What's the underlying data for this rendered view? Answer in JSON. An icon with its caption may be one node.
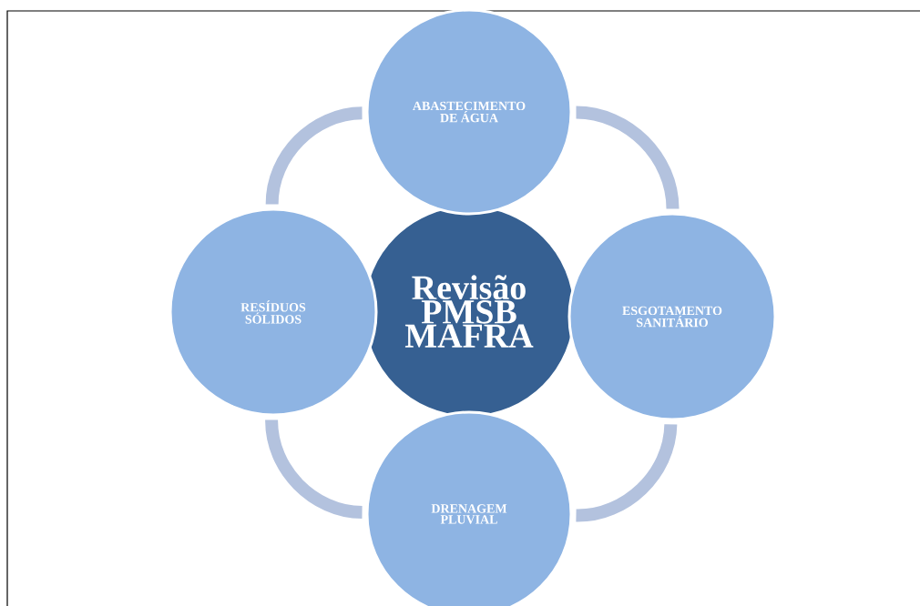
{
  "diagram": {
    "nodes": [
      {
        "text": [
          "ABASTECIMENTO DE ÁGUA"
        ]
      },
      {
        "text": [
          "RESÍDUOS SÓLIDOS"
        ]
      },
      {
        "text": [
          "Revisão PMSB MAFRA"
        ]
      },
      {
        "text": [
          "ESGOTAMENTO SANITÁRIO"
        ]
      },
      {
        "text": [
          "DRENAGEM PLUVIAL"
        ]
      }
    ],
    "edges": [
      {
        "from": 0,
        "to": 3,
        "arrow": "none"
      },
      {
        "from": 3,
        "to": 4,
        "arrow": "none"
      },
      {
        "from": 4,
        "to": 1,
        "arrow": "none"
      },
      {
        "from": 1,
        "to": 0,
        "arrow": "none"
      }
    ]
  }
}
